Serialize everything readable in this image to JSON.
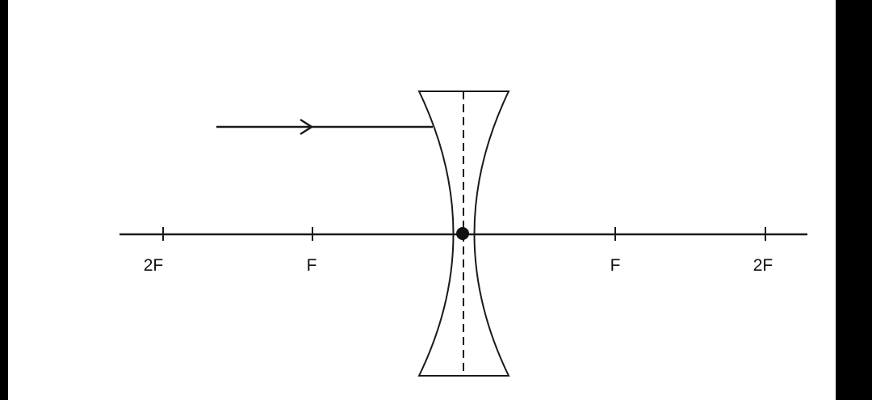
{
  "diagram": {
    "type": "concave-lens-ray-diagram",
    "labels": {
      "left_2f": "2F",
      "left_f": "F",
      "right_f": "F",
      "right_2f": "2F"
    },
    "colors": {
      "background": "#ffffff",
      "ink": "#1a1a1a",
      "border": "#000000"
    }
  }
}
